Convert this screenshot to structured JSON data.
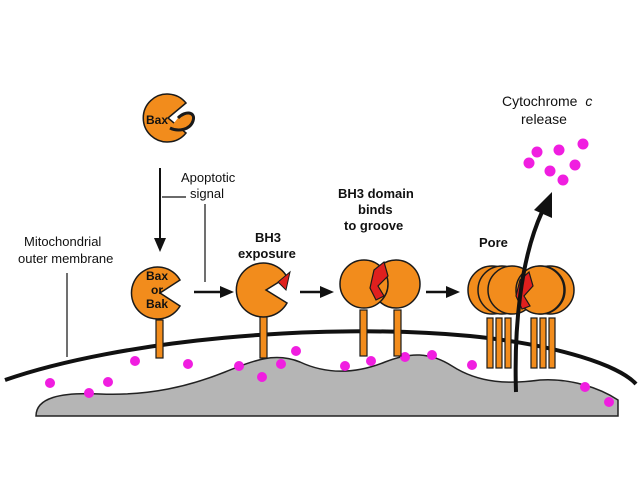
{
  "labels": {
    "bax_top": "Bax",
    "apoptotic_line1": "Apoptotic",
    "apoptotic_line2": "signal",
    "membrane_line1": "Mitochondrial",
    "membrane_line2": "outer membrane",
    "bax_or_bak_1": "Bax",
    "bax_or_bak_2": "or",
    "bax_or_bak_3": "Bak",
    "bh3_exposure_1": "BH3",
    "bh3_exposure_2": "exposure",
    "bh3_domain_1": "BH3 domain",
    "bh3_domain_2": "binds",
    "bh3_domain_3": "to groove",
    "pore": "Pore",
    "cyto_1": "Cytochrome",
    "cyto_italic": "c",
    "cyto_2": "release"
  },
  "colors": {
    "protein": "#f28c1c",
    "protein_stroke": "#1a1a1a",
    "bh3_domain": "#e0201e",
    "cytochrome": "#f01ee0",
    "matrix": "#b5b5b5",
    "membrane": "#111111"
  },
  "icons": {
    "protein": "pacman-protein-icon",
    "arrow": "right-arrow-icon",
    "dot": "cytochrome-dot-icon"
  }
}
